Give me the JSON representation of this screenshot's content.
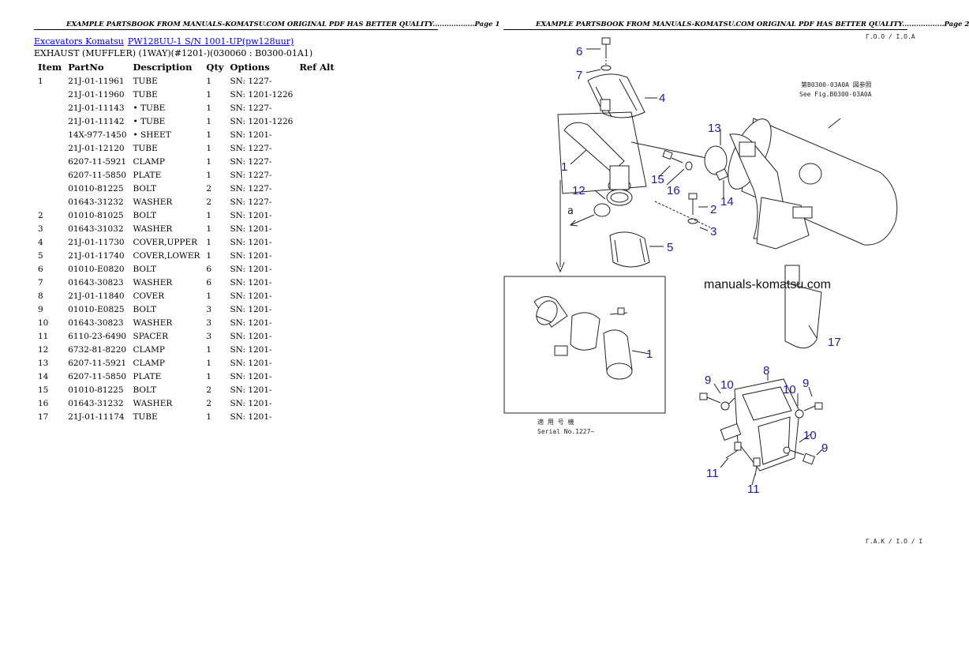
{
  "page1": {
    "header": "EXAMPLE PARTSBOOK FROM MANUALS-KOMATSU.COM ORIGINAL PDF HAS BETTER QUALITY..................Page 1",
    "breadcrumb": {
      "link1": "Excavators Komatsu",
      "link2": "PW128UU-1 S/N 1001-UP(pw128uur)"
    },
    "subtitle": "EXHAUST (MUFFLER) (1WAY)(#1201-)(030060 : B0300-01A1)",
    "table": {
      "columns": [
        "Item",
        "PartNo",
        "Description",
        "Qty",
        "Options",
        "Ref Alt"
      ],
      "rows": [
        [
          "1",
          "21J-01-11961",
          "TUBE",
          "1",
          "SN: 1227-",
          ""
        ],
        [
          "",
          "21J-01-11960",
          "TUBE",
          "1",
          "SN: 1201-1226",
          ""
        ],
        [
          "",
          "21J-01-11143",
          "• TUBE",
          "1",
          "SN: 1227-",
          ""
        ],
        [
          "",
          "21J-01-11142",
          "• TUBE",
          "1",
          "SN: 1201-1226",
          ""
        ],
        [
          "",
          "14X-977-1450",
          "• SHEET",
          "1",
          "SN: 1201-",
          ""
        ],
        [
          "",
          "21J-01-12120",
          "TUBE",
          "1",
          "SN: 1227-",
          ""
        ],
        [
          "",
          "6207-11-5921",
          "CLAMP",
          "1",
          "SN: 1227-",
          ""
        ],
        [
          "",
          "6207-11-5850",
          "PLATE",
          "1",
          "SN: 1227-",
          ""
        ],
        [
          "",
          "01010-81225",
          "BOLT",
          "2",
          "SN: 1227-",
          ""
        ],
        [
          "",
          "01643-31232",
          "WASHER",
          "2",
          "SN: 1227-",
          ""
        ],
        [
          "2",
          "01010-81025",
          "BOLT",
          "1",
          "SN: 1201-",
          ""
        ],
        [
          "3",
          "01643-31032",
          "WASHER",
          "1",
          "SN: 1201-",
          ""
        ],
        [
          "4",
          "21J-01-11730",
          "COVER,UPPER",
          "1",
          "SN: 1201-",
          ""
        ],
        [
          "5",
          "21J-01-11740",
          "COVER,LOWER",
          "1",
          "SN: 1201-",
          ""
        ],
        [
          "6",
          "01010-E0820",
          "BOLT",
          "6",
          "SN: 1201-",
          ""
        ],
        [
          "7",
          "01643-30823",
          "WASHER",
          "6",
          "SN: 1201-",
          ""
        ],
        [
          "8",
          "21J-01-11840",
          "COVER",
          "1",
          "SN: 1201-",
          ""
        ],
        [
          "9",
          "01010-E0825",
          "BOLT",
          "3",
          "SN: 1201-",
          ""
        ],
        [
          "10",
          "01643-30823",
          "WASHER",
          "3",
          "SN: 1201-",
          ""
        ],
        [
          "11",
          "6110-23-6490",
          "SPACER",
          "3",
          "SN: 1201-",
          ""
        ],
        [
          "12",
          "6732-81-8220",
          "CLAMP",
          "1",
          "SN: 1201-",
          ""
        ],
        [
          "13",
          "6207-11-5921",
          "CLAMP",
          "1",
          "SN: 1201-",
          ""
        ],
        [
          "14",
          "6207-11-5850",
          "PLATE",
          "1",
          "SN: 1201-",
          ""
        ],
        [
          "15",
          "01010-81225",
          "BOLT",
          "2",
          "SN: 1201-",
          ""
        ],
        [
          "16",
          "01643-31232",
          "WASHER",
          "2",
          "SN: 1201-",
          ""
        ],
        [
          "17",
          "21J-01-11174",
          "TUBE",
          "1",
          "SN: 1201-",
          ""
        ]
      ]
    }
  },
  "page2": {
    "header": "EXAMPLE PARTSBOOK FROM MANUALS-KOMATSU.COM ORIGINAL PDF HAS BETTER QUALITY..................Page 2",
    "diagram": {
      "watermark": "manuals-komatsu.com",
      "see_fig_line1": "第B0300-03A0A 図参照",
      "see_fig_line2": "See Fig.B0300-03A0A",
      "serial_line1": "適 用 号 機",
      "serial_line2": "Serial No.1227~",
      "view_label": "a",
      "callouts": {
        "c1a": "1",
        "c1b": "1",
        "c2": "2",
        "c3": "3",
        "c4": "4",
        "c5": "5",
        "c6": "6",
        "c7": "7",
        "c8": "8",
        "c9a": "9",
        "c9b": "9",
        "c9c": "9",
        "c10a": "10",
        "c10b": "10",
        "c10c": "10",
        "c11a": "11",
        "c11b": "11",
        "c12": "12",
        "c13": "13",
        "c14": "14",
        "c15": "15",
        "c16": "16",
        "c17": "17"
      }
    }
  }
}
